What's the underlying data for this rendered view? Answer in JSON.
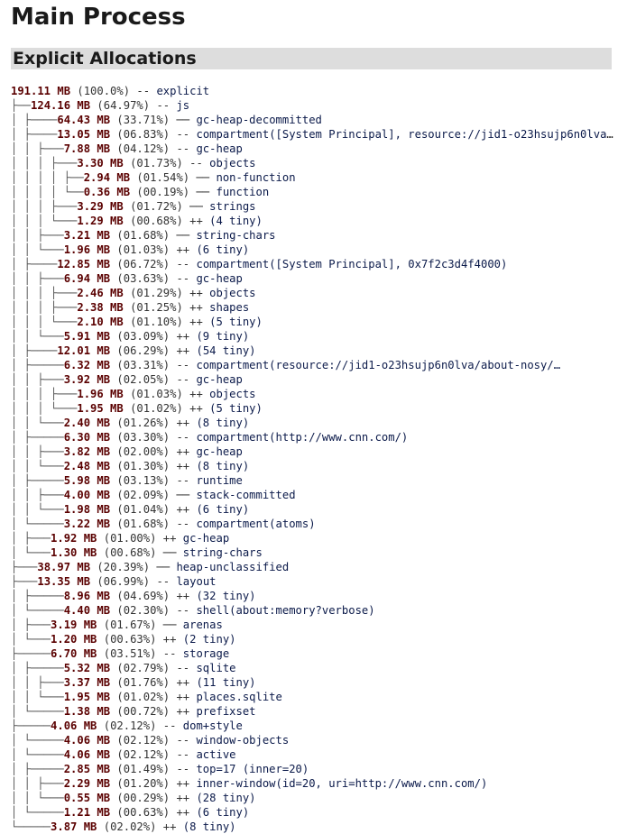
{
  "page": {
    "title": "Main Process",
    "section_title": "Explicit Allocations"
  },
  "colors": {
    "amount": "#5a0000",
    "description": "#0b1a4a",
    "section_background": "#dddddd"
  },
  "rows": [
    {
      "tree": "",
      "amount": "191.11 MB",
      "percent": "(100.0%)",
      "sep": "--",
      "desc": "explicit"
    },
    {
      "tree": "├──",
      "amount": "124.16 MB",
      "percent": "(64.97%)",
      "sep": "--",
      "desc": "js"
    },
    {
      "tree": "│  ├────",
      "amount": "64.43 MB",
      "percent": "(33.71%)",
      "sep": "──",
      "desc": "gc-heap-decommitted"
    },
    {
      "tree": "│  ├────",
      "amount": "13.05 MB",
      "percent": "(06.83%)",
      "sep": "--",
      "desc": "compartment([System Principal], resource://jid1-o23hsujp6n0lva/about-nosy/…"
    },
    {
      "tree": "│  │  ├───",
      "amount": "7.88 MB",
      "percent": "(04.12%)",
      "sep": "--",
      "desc": "gc-heap"
    },
    {
      "tree": "│  │  │  ├───",
      "amount": "3.30 MB",
      "percent": "(01.73%)",
      "sep": "--",
      "desc": "objects"
    },
    {
      "tree": "│  │  │  │  ├──",
      "amount": "2.94 MB",
      "percent": "(01.54%)",
      "sep": "──",
      "desc": "non-function"
    },
    {
      "tree": "│  │  │  │  └──",
      "amount": "0.36 MB",
      "percent": "(00.19%)",
      "sep": "──",
      "desc": "function"
    },
    {
      "tree": "│  │  │  ├───",
      "amount": "3.29 MB",
      "percent": "(01.72%)",
      "sep": "──",
      "desc": "strings"
    },
    {
      "tree": "│  │  │  └───",
      "amount": "1.29 MB",
      "percent": "(00.68%)",
      "sep": "++",
      "desc": "(4 tiny)"
    },
    {
      "tree": "│  │  ├───",
      "amount": "3.21 MB",
      "percent": "(01.68%)",
      "sep": "──",
      "desc": "string-chars"
    },
    {
      "tree": "│  │  └───",
      "amount": "1.96 MB",
      "percent": "(01.03%)",
      "sep": "++",
      "desc": "(6 tiny)"
    },
    {
      "tree": "│  ├────",
      "amount": "12.85 MB",
      "percent": "(06.72%)",
      "sep": "--",
      "desc": "compartment([System Principal], 0x7f2c3d4f4000)"
    },
    {
      "tree": "│  │  ├───",
      "amount": "6.94 MB",
      "percent": "(03.63%)",
      "sep": "--",
      "desc": "gc-heap"
    },
    {
      "tree": "│  │  │  ├───",
      "amount": "2.46 MB",
      "percent": "(01.29%)",
      "sep": "++",
      "desc": "objects"
    },
    {
      "tree": "│  │  │  ├───",
      "amount": "2.38 MB",
      "percent": "(01.25%)",
      "sep": "++",
      "desc": "shapes"
    },
    {
      "tree": "│  │  │  └───",
      "amount": "2.10 MB",
      "percent": "(01.10%)",
      "sep": "++",
      "desc": "(5 tiny)"
    },
    {
      "tree": "│  │  └───",
      "amount": "5.91 MB",
      "percent": "(03.09%)",
      "sep": "++",
      "desc": "(9 tiny)"
    },
    {
      "tree": "│  ├────",
      "amount": "12.01 MB",
      "percent": "(06.29%)",
      "sep": "++",
      "desc": "(54 tiny)"
    },
    {
      "tree": "│  ├─────",
      "amount": "6.32 MB",
      "percent": "(03.31%)",
      "sep": "--",
      "desc": "compartment(resource://jid1-o23hsujp6n0lva/about-nosy/…"
    },
    {
      "tree": "│  │  ├───",
      "amount": "3.92 MB",
      "percent": "(02.05%)",
      "sep": "--",
      "desc": "gc-heap"
    },
    {
      "tree": "│  │  │  ├───",
      "amount": "1.96 MB",
      "percent": "(01.03%)",
      "sep": "++",
      "desc": "objects"
    },
    {
      "tree": "│  │  │  └───",
      "amount": "1.95 MB",
      "percent": "(01.02%)",
      "sep": "++",
      "desc": "(5 tiny)"
    },
    {
      "tree": "│  │  └───",
      "amount": "2.40 MB",
      "percent": "(01.26%)",
      "sep": "++",
      "desc": "(8 tiny)"
    },
    {
      "tree": "│  ├─────",
      "amount": "6.30 MB",
      "percent": "(03.30%)",
      "sep": "--",
      "desc": "compartment(http://www.cnn.com/)"
    },
    {
      "tree": "│  │  ├───",
      "amount": "3.82 MB",
      "percent": "(02.00%)",
      "sep": "++",
      "desc": "gc-heap"
    },
    {
      "tree": "│  │  └───",
      "amount": "2.48 MB",
      "percent": "(01.30%)",
      "sep": "++",
      "desc": "(8 tiny)"
    },
    {
      "tree": "│  ├─────",
      "amount": "5.98 MB",
      "percent": "(03.13%)",
      "sep": "--",
      "desc": "runtime"
    },
    {
      "tree": "│  │  ├───",
      "amount": "4.00 MB",
      "percent": "(02.09%)",
      "sep": "──",
      "desc": "stack-committed"
    },
    {
      "tree": "│  │  └───",
      "amount": "1.98 MB",
      "percent": "(01.04%)",
      "sep": "++",
      "desc": "(6 tiny)"
    },
    {
      "tree": "│  └─────",
      "amount": "3.22 MB",
      "percent": "(01.68%)",
      "sep": "--",
      "desc": "compartment(atoms)"
    },
    {
      "tree": "│     ├───",
      "amount": "1.92 MB",
      "percent": "(01.00%)",
      "sep": "++",
      "desc": "gc-heap"
    },
    {
      "tree": "│     └───",
      "amount": "1.30 MB",
      "percent": "(00.68%)",
      "sep": "──",
      "desc": "string-chars"
    },
    {
      "tree": "├───",
      "amount": "38.97 MB",
      "percent": "(20.39%)",
      "sep": "──",
      "desc": "heap-unclassified"
    },
    {
      "tree": "├───",
      "amount": "13.35 MB",
      "percent": "(06.99%)",
      "sep": "--",
      "desc": "layout"
    },
    {
      "tree": "│  ├─────",
      "amount": "8.96 MB",
      "percent": "(04.69%)",
      "sep": "++",
      "desc": "(32 tiny)"
    },
    {
      "tree": "│  └─────",
      "amount": "4.40 MB",
      "percent": "(02.30%)",
      "sep": "--",
      "desc": "shell(about:memory?verbose)"
    },
    {
      "tree": "│     ├───",
      "amount": "3.19 MB",
      "percent": "(01.67%)",
      "sep": "──",
      "desc": "arenas"
    },
    {
      "tree": "│     └───",
      "amount": "1.20 MB",
      "percent": "(00.63%)",
      "sep": "++",
      "desc": "(2 tiny)"
    },
    {
      "tree": "├─────",
      "amount": "6.70 MB",
      "percent": "(03.51%)",
      "sep": "--",
      "desc": "storage"
    },
    {
      "tree": "│  ├─────",
      "amount": "5.32 MB",
      "percent": "(02.79%)",
      "sep": "--",
      "desc": "sqlite"
    },
    {
      "tree": "│  │  ├───",
      "amount": "3.37 MB",
      "percent": "(01.76%)",
      "sep": "++",
      "desc": "(11 tiny)"
    },
    {
      "tree": "│  │  └───",
      "amount": "1.95 MB",
      "percent": "(01.02%)",
      "sep": "++",
      "desc": "places.sqlite"
    },
    {
      "tree": "│  └─────",
      "amount": "1.38 MB",
      "percent": "(00.72%)",
      "sep": "++",
      "desc": "prefixset"
    },
    {
      "tree": "├─────",
      "amount": "4.06 MB",
      "percent": "(02.12%)",
      "sep": "--",
      "desc": "dom+style"
    },
    {
      "tree": "│  └─────",
      "amount": "4.06 MB",
      "percent": "(02.12%)",
      "sep": "--",
      "desc": "window-objects"
    },
    {
      "tree": "│     └─────",
      "amount": "4.06 MB",
      "percent": "(02.12%)",
      "sep": "--",
      "desc": "active"
    },
    {
      "tree": "│        ├─────",
      "amount": "2.85 MB",
      "percent": "(01.49%)",
      "sep": "--",
      "desc": "top=17 (inner=20)"
    },
    {
      "tree": "│        │  ├───",
      "amount": "2.29 MB",
      "percent": "(01.20%)",
      "sep": "++",
      "desc": "inner-window(id=20, uri=http://www.cnn.com/)"
    },
    {
      "tree": "│        │  └───",
      "amount": "0.55 MB",
      "percent": "(00.29%)",
      "sep": "++",
      "desc": "(28 tiny)"
    },
    {
      "tree": "│        └─────",
      "amount": "1.21 MB",
      "percent": "(00.63%)",
      "sep": "++",
      "desc": "(6 tiny)"
    },
    {
      "tree": "└─────",
      "amount": "3.87 MB",
      "percent": "(02.02%)",
      "sep": "++",
      "desc": "(8 tiny)"
    }
  ]
}
